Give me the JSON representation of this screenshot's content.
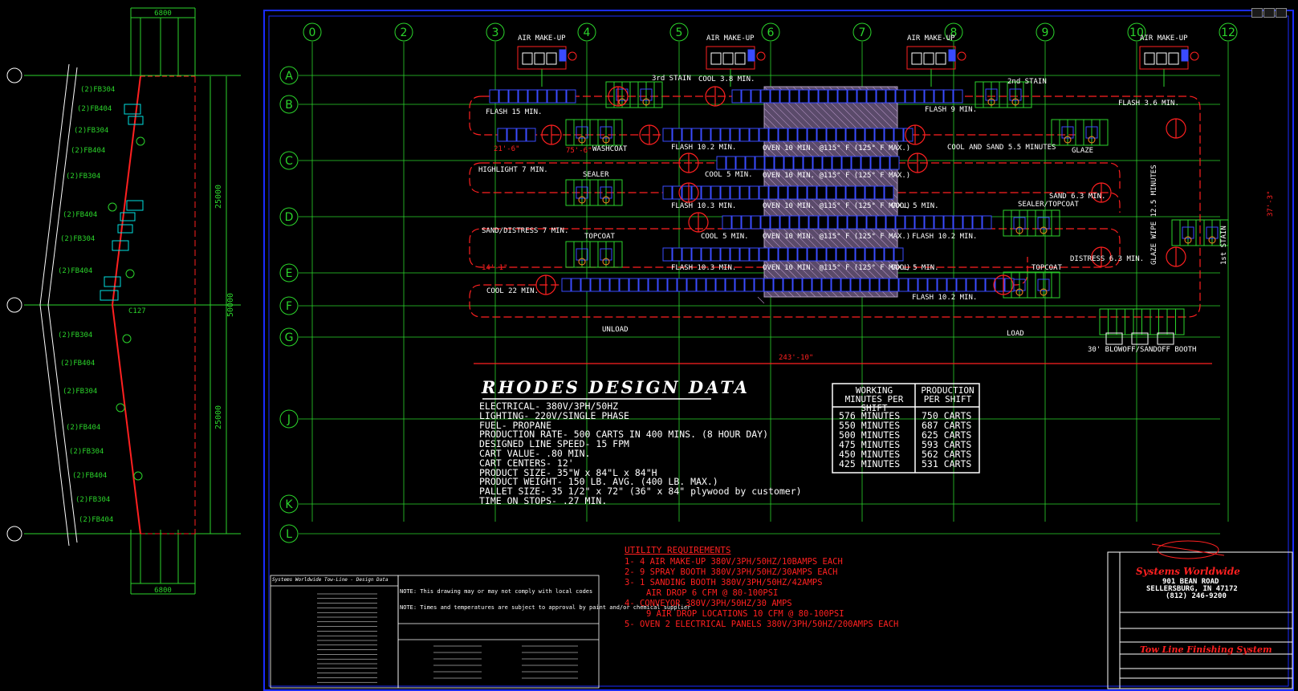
{
  "drawing": {
    "title": "RHODES DESIGN DATA",
    "specs": [
      "ELECTRICAL- 380V/3PH/50HZ",
      "LIGHTING- 220V/SINGLE PHASE",
      "FUEL- PROPANE",
      "PRODUCTION RATE- 500 CARTS IN 400 MINS. (8 HOUR DAY)",
      "DESIGNED LINE SPEED- 15 FPM",
      "CART VALUE- .80 MIN.",
      "CART CENTERS- 12'",
      "PRODUCT SIZE- 35\"W x 84\"L x 84\"H",
      "PRODUCT WEIGHT- 150 LB. AVG. (400 LB. MAX.)",
      "PALLET SIZE- 35 1/2\" x 72\" (36\" x 84\" plywood by customer)",
      "TIME ON STOPS- .27 MIN."
    ],
    "production_table": {
      "headers": [
        "WORKING MINUTES PER SHIFT",
        "PRODUCTION PER SHIFT"
      ],
      "rows": [
        [
          "576 MINUTES",
          "750 CARTS"
        ],
        [
          "550 MINUTES",
          "687 CARTS"
        ],
        [
          "500 MINUTES",
          "625 CARTS"
        ],
        [
          "475 MINUTES",
          "593 CARTS"
        ],
        [
          "450 MINUTES",
          "562 CARTS"
        ],
        [
          "425 MINUTES",
          "531 CARTS"
        ]
      ]
    },
    "utility": {
      "title": "UTILITY REQUIREMENTS",
      "items": [
        "1- 4 AIR MAKE-UP 380V/3PH/50HZ/10BAMPS EACH",
        "2- 9 SPRAY BOOTH 380V/3PH/50HZ/30AMPS EACH",
        "3- 1 SANDING BOOTH 380V/3PH/50HZ/42AMPS",
        "AIR DROP 6 CFM @ 80-100PSI",
        "4- CONVEYOR 380V/3PH/50HZ/30 AMPS",
        "9 AIR DROP LOCATIONS 10 CFM @ 80-100PSI",
        "5- OVEN 2 ELECTRICAL PANELS 380V/3PH/50HZ/200AMPS EACH"
      ]
    },
    "grid_columns": [
      "0",
      "2",
      "3",
      "4",
      "5",
      "6",
      "7",
      "8",
      "9",
      "10",
      "12"
    ],
    "grid_rows": [
      "A",
      "B",
      "C",
      "D",
      "E",
      "F",
      "G",
      "J",
      "K",
      "L"
    ],
    "process_labels": {
      "air_makeup": "AIR MAKE-UP",
      "stain3": "3rd STAIN",
      "cool38": "COOL 3.8 MIN.",
      "stain2": "2nd STAIN",
      "flash15": "FLASH 15 MIN.",
      "flash9": "FLASH 9 MIN.",
      "flash36": "FLASH 3.6 MIN.",
      "washcoat": "WASHCOAT",
      "flash102a": "FLASH 10.2 MIN.",
      "oven1": "OVEN 10 MIN. @115° F (125° F MAX.)",
      "coolsand": "COOL AND SAND 5.5 MINUTES",
      "glaze": "GLAZE",
      "highlight": "HIGHLIGHT 7 MIN.",
      "cool5a": "COOL 5 MIN.",
      "oven2": "OVEN 10 MIN. @115° F (125° F MAX.)",
      "sealer": "SEALER",
      "flash103a": "FLASH 10.3 MIN.",
      "oven3": "OVEN 10 MIN. @115° F (125° F MAX.)",
      "cool5b": "COOL 5 MIN.",
      "sand63": "SAND 6.3 MIN.",
      "sealertop": "SEALER/TOPCOAT",
      "glazewipe": "GLAZE WIPE 12.5 MINUTES",
      "stain1": "1st STAIN",
      "sanddistress": "SAND/DISTRESS 7 MIN.",
      "topcoat": "TOPCOAT",
      "cool5c": "COOL 5 MIN.",
      "oven4": "OVEN 10 MIN. @115° F (125° F MAX.)",
      "flash102b": "FLASH 10.2 MIN.",
      "distress63": "DISTRESS 6.3 MIN.",
      "flash103b": "FLASH 10.3 MIN.",
      "oven5": "OVEN 10 MIN. @115° F (125° F MAX.)",
      "cool5d": "COOL 5 MIN.",
      "topcoat2": "TOPCOAT",
      "cool22": "COOL 22 MIN.",
      "flash102c": "FLASH 10.2 MIN.",
      "unload": "UNLOAD",
      "load": "LOAD",
      "blowoff": "30' BLOWOFF/SANDOFF BOOTH",
      "dim_total": "243'-10\"",
      "dim_side": "37'-3\"",
      "dim_a": "21'-6\"",
      "dim_b": "75'-6\"",
      "dim_c": "14'-1\""
    },
    "notes": [
      "NOTE: This drawing may or may not comply with local codes",
      "NOTE: Times and temperatures are subject to approval by paint and/or chemical supplier"
    ],
    "titleblock": {
      "company": "Systems Worldwide",
      "address1": "901 BEAN ROAD",
      "address2": "SELLERSBURG, IN 47172",
      "phone": "(812) 246-9200",
      "system": "Tow Line Finishing System",
      "design_data_title": "Systems Worldwide Tow-Line - Design Data"
    },
    "left_detail": {
      "dims": [
        "6800",
        "25000",
        "50000",
        "25000",
        "6800"
      ],
      "labels": [
        "(2)FB304",
        "(2)FB404",
        "C127"
      ]
    }
  },
  "colors": {
    "background": "#000000",
    "frame": "#1a2cff",
    "grid": "#2bd42b",
    "oven": "#b0a0c0",
    "dimension": "#ff2020",
    "text": "#ffffff",
    "magenta": "#ff30ff",
    "yellow": "#ffff40"
  }
}
